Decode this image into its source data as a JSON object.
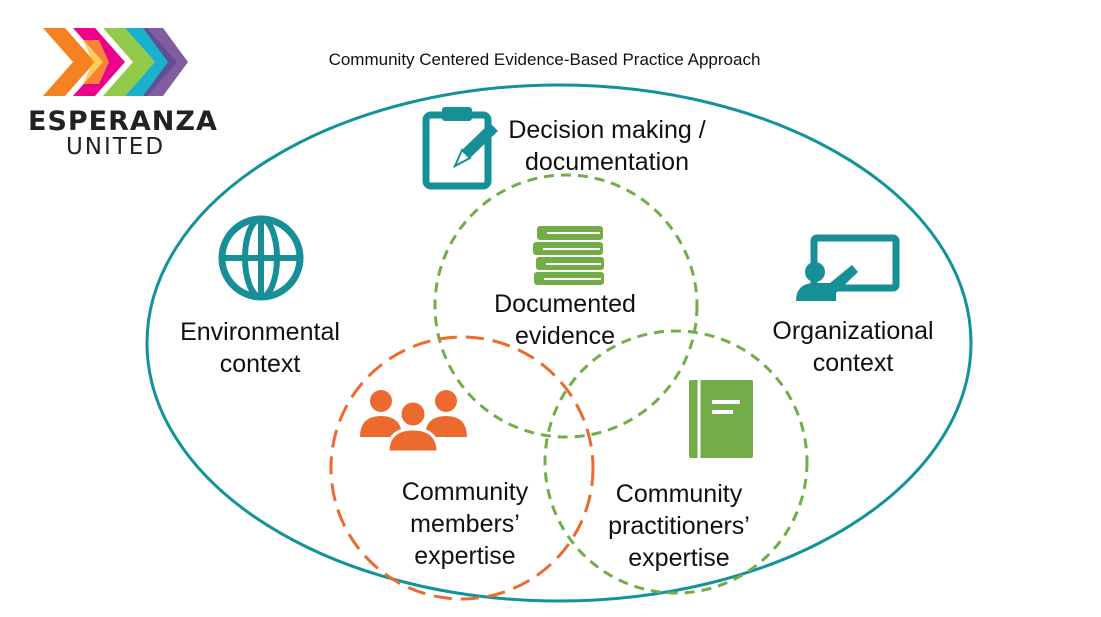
{
  "logo": {
    "line1": "ESPERANZA",
    "line2": "UNITED",
    "colors": [
      "#f58220",
      "#ec008c",
      "#8dc63f",
      "#00a9c5",
      "#6b3f8e",
      "#fdb913"
    ]
  },
  "title": "Community Centered Evidence-Based Practice Approach",
  "labels": {
    "decision": "Decision making /\ndocumentation",
    "environmental": "Environmental\ncontext",
    "organizational": "Organizational\ncontext",
    "documented": "Documented\nevidence",
    "members": "Community\nmembers’\nexpertise",
    "practitioners": "Community\npractitioners’\nexpertise"
  },
  "icons": {
    "decision": "clipboard-pencil-icon",
    "environmental": "globe-icon",
    "organizational": "presentation-board-icon",
    "documented": "book-stack-icon",
    "members": "people-group-icon",
    "practitioners": "notebook-icon"
  },
  "colors": {
    "outer": "#12939a",
    "teal": "#168f97",
    "green": "#72ad47",
    "orange": "#ed6a2f"
  }
}
